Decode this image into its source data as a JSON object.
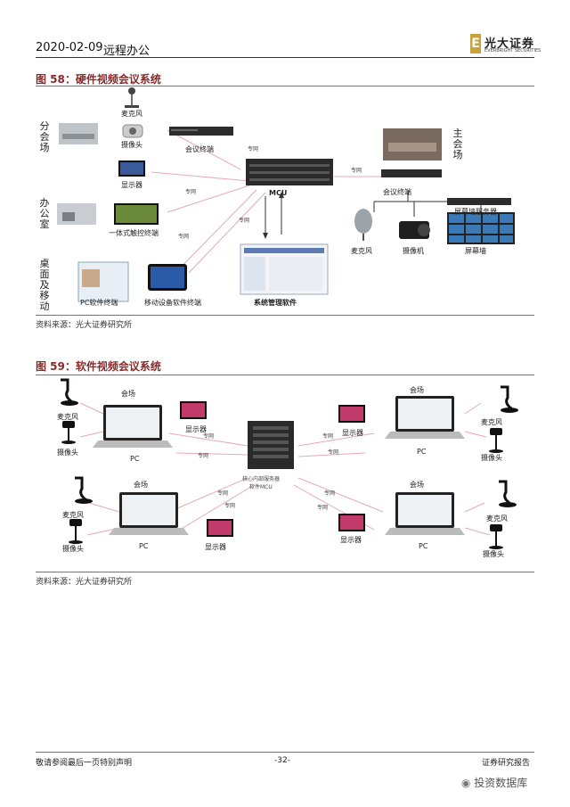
{
  "header": {
    "date": "2020-02-09",
    "title": "远程办公",
    "logo_name": "光大证券",
    "logo_en": "EVERBRIGHT SECURITIES"
  },
  "figure58": {
    "title": "图 58：硬件视频会议系统",
    "labels": {
      "microphone": "麦克风",
      "camera": "摄像头",
      "display": "显示器",
      "conf_terminal_left": "会议终端",
      "conf_terminal_right": "会议终端",
      "mcu": "MCU",
      "touch_terminal": "一体式触控终端",
      "pc_software": "PC软件终端",
      "mobile_software": "移动设备软件终端",
      "mgmt_software": "系统管理软件",
      "screen_server": "屏幕墙服务器",
      "screen_wall": "屏幕墙",
      "main_mic": "麦克风",
      "camcorder": "摄像机",
      "net1": "专网",
      "net2": "专网",
      "net3": "专网",
      "net4": "专网",
      "net5": "专网"
    },
    "groups": {
      "branch": "分会场",
      "office": "办公室",
      "desktop_mobile": "桌面及移动",
      "main": "主会场"
    },
    "source": "资料来源：光大证券研究所"
  },
  "figure59": {
    "title": "图 59：软件视频会议系统",
    "venue": "会场",
    "mic": "麦克风",
    "camera": "摄像头",
    "pc": "PC",
    "display": "显示器",
    "net": "专网",
    "server": "核心内部服务器",
    "server2": "软件MCU",
    "source": "资料来源：光大证券研究所"
  },
  "footer": {
    "left": "敬请参阅最后一页特别声明",
    "center": "-32-",
    "right": "证券研究报告"
  },
  "watermark": "投资数据库",
  "colors": {
    "accent": "#8a2a2a",
    "logo": "#c8a23a"
  }
}
